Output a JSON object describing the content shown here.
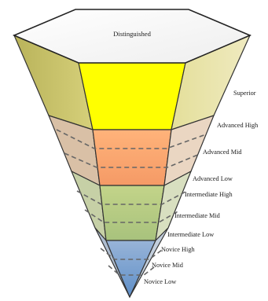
{
  "diagram": {
    "top_label": "Distinguished",
    "levels": [
      {
        "label": "Superior"
      },
      {
        "label": "Advanced High"
      },
      {
        "label": "Advanced Mid"
      },
      {
        "label": "Advanced Low"
      },
      {
        "label": "Intermediate High"
      },
      {
        "label": "Intermediate Mid"
      },
      {
        "label": "Intermediate Low"
      },
      {
        "label": "Novice High"
      },
      {
        "label": "Novice Mid"
      },
      {
        "label": "Novice Low"
      }
    ]
  },
  "colors": {
    "superior_front": "#ffff00",
    "superior_side": "#cfc96e",
    "advanced_front": "#f8a470",
    "advanced_side": "#dfc4a8",
    "intermediate_front": "#b7cd86",
    "intermediate_side": "#cfd6b4",
    "novice_front": "#7c9fcf",
    "novice_side": "#b8c6d8",
    "top_face": "#ffffff"
  }
}
